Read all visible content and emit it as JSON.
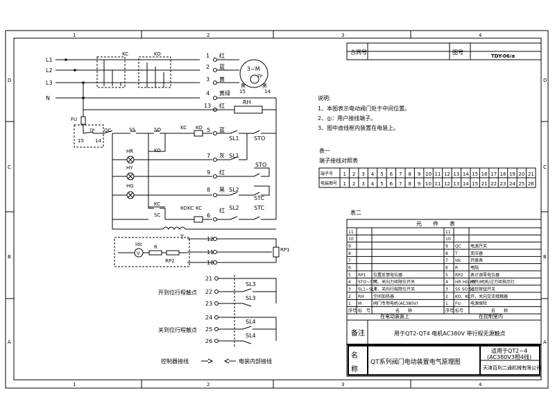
{
  "frame": {
    "top_cols": [
      "1",
      "2",
      "3",
      "4"
    ],
    "bottom_cols": [
      "1",
      "2",
      "3",
      "4"
    ],
    "left_rows": [
      "D",
      "C",
      "B",
      "A"
    ],
    "right_rows": [
      "D",
      "C",
      "B",
      "A"
    ]
  },
  "header": {
    "contract_label": "合同号",
    "drawing_label": "图号",
    "drawing_no": "TDY-06/a"
  },
  "power": {
    "lines": [
      "L1",
      "L2",
      "L3",
      "N"
    ],
    "kc": "KC",
    "ko": "KO"
  },
  "motor": {
    "label": "3~M",
    "tp": "TP",
    "wire1": "黑",
    "wire2": "黑",
    "t1": "15",
    "t2": "14"
  },
  "terminals": [
    {
      "num": "1",
      "color": "红"
    },
    {
      "num": "2",
      "color": "蓝"
    },
    {
      "num": "3",
      "color": "黄"
    },
    {
      "num": "4",
      "color": "黄绿"
    },
    {
      "num": "13",
      "color": "红"
    }
  ],
  "heater": "RH",
  "control": {
    "fu": "FU",
    "tp": "TP",
    "qc": "QC",
    "t15": "15",
    "t14": "14",
    "ss": "SS",
    "so": "SO",
    "sc": "SC",
    "kc": "KC",
    "ko": "KO",
    "ko2": "KO",
    "kc2": "KC",
    "kc3": "KC",
    "ko3": "KO",
    "kc4": "KC",
    "rows": [
      {
        "num": "5",
        "color": "蓝",
        "sw": "SL1",
        "lim": "STO"
      },
      {
        "num": "7",
        "color": "灰",
        "sw": "SL1",
        "lim": ""
      },
      {
        "num": "9",
        "color": "红",
        "sw": "",
        "lim": "STO"
      },
      {
        "num": "8",
        "color": "黑",
        "sw": "SL2",
        "lim": "STC"
      },
      {
        "num": "6",
        "color": "红",
        "sw": "SL2",
        "lim": "STC"
      }
    ],
    "lamps": [
      "HR",
      "HY",
      "HG"
    ],
    "transformer": "T"
  },
  "pot": {
    "idc": "Idc",
    "v": "V",
    "r": "R",
    "rp2": "RP2",
    "rp1": "RP1",
    "rows": [
      "12",
      "11",
      "10"
    ]
  },
  "limits": {
    "open_label": "开到位行程触点",
    "close_label": "关到位行程触点",
    "sl3": "SL3",
    "sl3b": "SL3",
    "sl4": "SL4",
    "sl4b": "SL4",
    "open_terms": [
      "21",
      "22",
      "23"
    ],
    "close_terms": [
      "24",
      "25",
      "26"
    ]
  },
  "footer_left": {
    "a": "控制器接线",
    "b": "电装内部接线"
  },
  "notes": {
    "title": "说明:",
    "items": [
      "1、本图表示电动阀门处于中间位置。",
      "2、◎：用户接线端子。",
      "3、图中虚线框内装置在电装上。"
    ]
  },
  "table1": {
    "caption": "表一",
    "subtitle": "端子接线对照表",
    "row1_label": "端子号",
    "row2_label": "电装图号",
    "row1": [
      "1",
      "2",
      "3",
      "4",
      "5",
      "6",
      "7",
      "8",
      "9",
      "10",
      "11",
      "12",
      "13",
      "14",
      "15",
      "16",
      "17",
      "18",
      "19",
      "20",
      "21"
    ],
    "row2": [
      "1",
      "2",
      "3",
      "4",
      "5",
      "6",
      "7",
      "8",
      "9",
      "10",
      "11",
      "12",
      "13",
      "14",
      "15",
      "21",
      "22",
      "23",
      "24",
      "25",
      "26"
    ]
  },
  "table2": {
    "caption": "表二",
    "title": "元　　件　　表",
    "left_rows": [
      {
        "n": "11",
        "tag": "",
        "name": ""
      },
      {
        "n": "10",
        "tag": "",
        "name": ""
      },
      {
        "n": "9",
        "tag": "",
        "name": ""
      },
      {
        "n": "8",
        "tag": "",
        "name": ""
      },
      {
        "n": "7",
        "tag": "",
        "name": ""
      },
      {
        "n": "6",
        "tag": "",
        "name": ""
      },
      {
        "n": "5",
        "tag": "RP1",
        "name": "位置反馈电位器"
      },
      {
        "n": "4",
        "tag": "STO~STC",
        "name": "开、关向力矩限位开关"
      },
      {
        "n": "3",
        "tag": "SL1~SL4",
        "name": "开、关向行程限位开关"
      },
      {
        "n": "2",
        "tag": "RH",
        "name": "空间加热器"
      },
      {
        "n": "1",
        "tag": "M",
        "name": "阀门专用电机(AC380V)"
      }
    ],
    "right_rows": [
      {
        "n": "11",
        "tag": "",
        "name": ""
      },
      {
        "n": "10",
        "tag": "",
        "name": ""
      },
      {
        "n": "9",
        "tag": "QC",
        "name": "电源开关"
      },
      {
        "n": "8",
        "tag": "T",
        "name": "变压器"
      },
      {
        "n": "7",
        "tag": "Idc",
        "name": "开度表"
      },
      {
        "n": "6",
        "tag": "R",
        "name": "电阻"
      },
      {
        "n": "5",
        "tag": "RP2",
        "name": "表计调零电位器"
      },
      {
        "n": "4",
        "tag": "HR HG HY",
        "name": "阀开/阀关/过力矩指示灯"
      },
      {
        "n": "3",
        "tag": "SS SO SC",
        "name": "远控按钮开关"
      },
      {
        "n": "2",
        "tag": "KO、KC",
        "name": "开、关向交流接触器"
      },
      {
        "n": "1",
        "tag": "FU",
        "name": "电源保险"
      }
    ],
    "hdr_no": "序号",
    "hdr_tag": "标　号",
    "hdr_name": "名　　称",
    "hdr_no2": "序号",
    "hdr_tag2": "标号",
    "hdr_name2": "名　　称",
    "foot_left": "在电动装置上",
    "foot_right": "在控制室内"
  },
  "remark": {
    "label": "备注",
    "text": "用于QT2-QT4  电机AC380V  带行程无源触点"
  },
  "titleblock": {
    "name_label_1": "名",
    "name_label_2": "称",
    "title": "QT系列阀门电动装置电气原理图",
    "applies_1": "适用于QT2~4",
    "applies_2": "(AC380V3相4线)",
    "company": "天津百利二通机械有限公司"
  }
}
